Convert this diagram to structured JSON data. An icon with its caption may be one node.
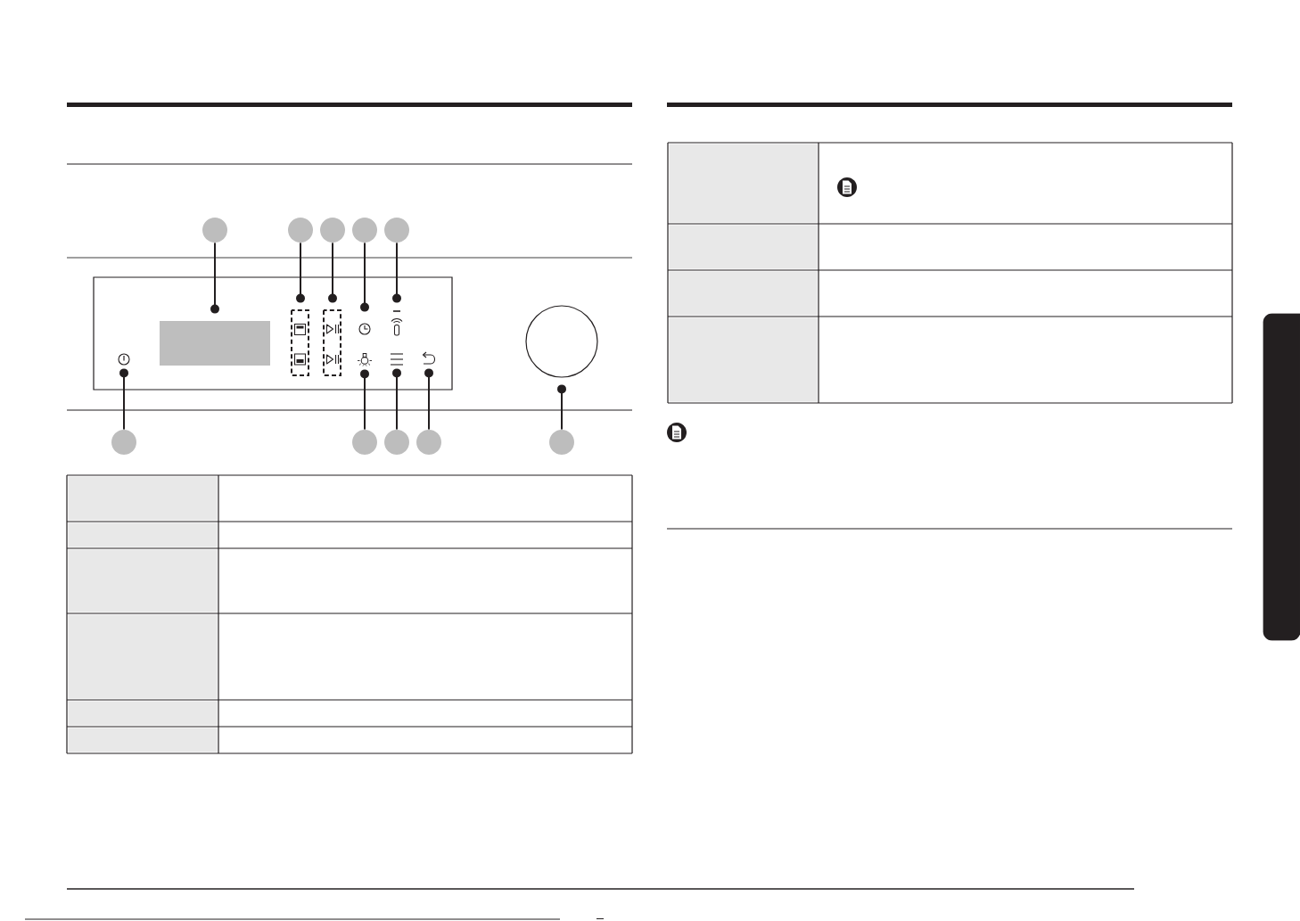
{
  "diagram": {
    "nodes": [
      {
        "text": [],
        "shape": "circle"
      },
      {
        "text": [],
        "shape": "circle"
      },
      {
        "text": [],
        "shape": "circle"
      },
      {
        "text": [],
        "shape": "circle"
      },
      {
        "text": [],
        "shape": "circle"
      },
      {
        "text": [],
        "shape": "picture"
      },
      {
        "text": [],
        "shape": "box"
      },
      {
        "text": [],
        "shape": "box"
      },
      {
        "text": [],
        "shape": "box"
      },
      {
        "text": [],
        "shape": "picture"
      },
      {
        "text": [],
        "shape": "picture"
      },
      {
        "text": [],
        "shape": "picture"
      },
      {
        "text": [],
        "shape": "picture"
      },
      {
        "text": [],
        "shape": "picture"
      },
      {
        "text": [],
        "shape": "circle"
      },
      {
        "text": [],
        "shape": "circle"
      },
      {
        "text": [],
        "shape": "circle"
      },
      {
        "text": [],
        "shape": "circle"
      },
      {
        "text": [],
        "shape": "circle"
      },
      {
        "text": [],
        "shape": "circle"
      },
      {
        "text": [],
        "shape": "box"
      }
    ],
    "edges": [
      {
        "from": 0,
        "to": 6,
        "arrow": "to"
      },
      {
        "from": 1,
        "to": 7,
        "arrow": "to"
      },
      {
        "from": 2,
        "to": 8,
        "arrow": "to"
      },
      {
        "from": 3,
        "to": 9,
        "arrow": "to"
      },
      {
        "from": 4,
        "to": 10,
        "arrow": "to"
      },
      {
        "from": 15,
        "to": 5,
        "arrow": "to"
      },
      {
        "from": 16,
        "to": 11,
        "arrow": "to"
      },
      {
        "from": 17,
        "to": 12,
        "arrow": "to"
      },
      {
        "from": 18,
        "to": 13,
        "arrow": "to"
      },
      {
        "from": 19,
        "to": 14,
        "arrow": "to"
      }
    ]
  }
}
